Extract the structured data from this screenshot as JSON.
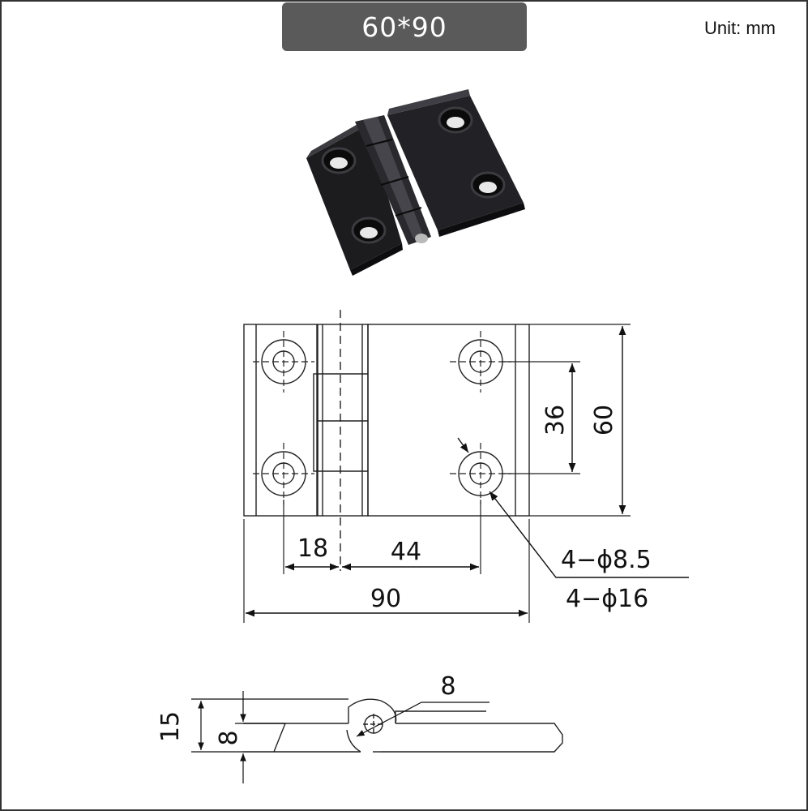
{
  "header": {
    "title": "60*90",
    "unit_label": "Unit: mm"
  },
  "photo": {
    "icon": "black-hinge-photo-icon"
  },
  "top_view": {
    "dim_width_total": "90",
    "dim_hole_offset": "18",
    "dim_hole_spacing_h": "44",
    "dim_hole_spacing_v": "36",
    "dim_height": "60",
    "hole_small": "4−ϕ8.5",
    "hole_large": "4−ϕ16"
  },
  "side_view": {
    "dim_pin": "8",
    "dim_total_thickness": "15",
    "dim_leaf_thickness": "8"
  }
}
